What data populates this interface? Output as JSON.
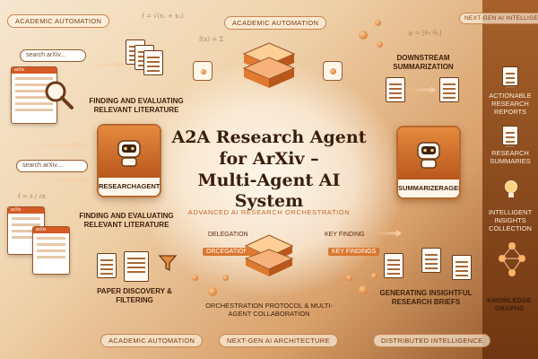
{
  "title_line1": "A2A Research Agent",
  "title_line2": "for ArXiv –",
  "title_line3": "Multi-Agent AI System",
  "subtitle": "Advanced AI Research Orchestration",
  "pills": {
    "top_left": "Academic Automation",
    "top_center": "Academic Automation",
    "top_right": "Next-Gen AI Intelligence",
    "bottom_left": "Academic Automation",
    "bottom_center": "Next-Gen AI Architecture",
    "bottom_right": "Distributed Intelligence"
  },
  "search_top": "search arXiv...",
  "search_mid": "search arXiv...",
  "arxiv_labels": [
    "arXiv",
    "arXiv",
    "arXiv"
  ],
  "finding_top": "Finding and Evaluating Relevant Literature",
  "finding_bottom": "Finding and Evaluating Relevant Literature",
  "paper_discovery": "Paper Discovery & Filtering",
  "orchestration": "Orchestration Protocol & Multi-Agent Collaboration",
  "downstream": "Downstream Summarization",
  "generating": "Generating Insightful Research Briefs",
  "delegation": "Delegation",
  "orcegation": "Orcegation",
  "key_finding": "Key Finding",
  "key_findings": "Key Findings",
  "research_agent": "ResearchAgent",
  "summarizer_agent": "SummarizerAgent",
  "right_items": [
    "Actionable Research Reports",
    "Research Summaries",
    "Intelligent Insights Collection",
    "Knowledge Graphs"
  ],
  "formulas": [
    "f = √(x₁ + x₂)",
    "f(x) = Σ",
    "ψ = [θ₁ θ₂]",
    "f = ∂ / ∂x"
  ]
}
